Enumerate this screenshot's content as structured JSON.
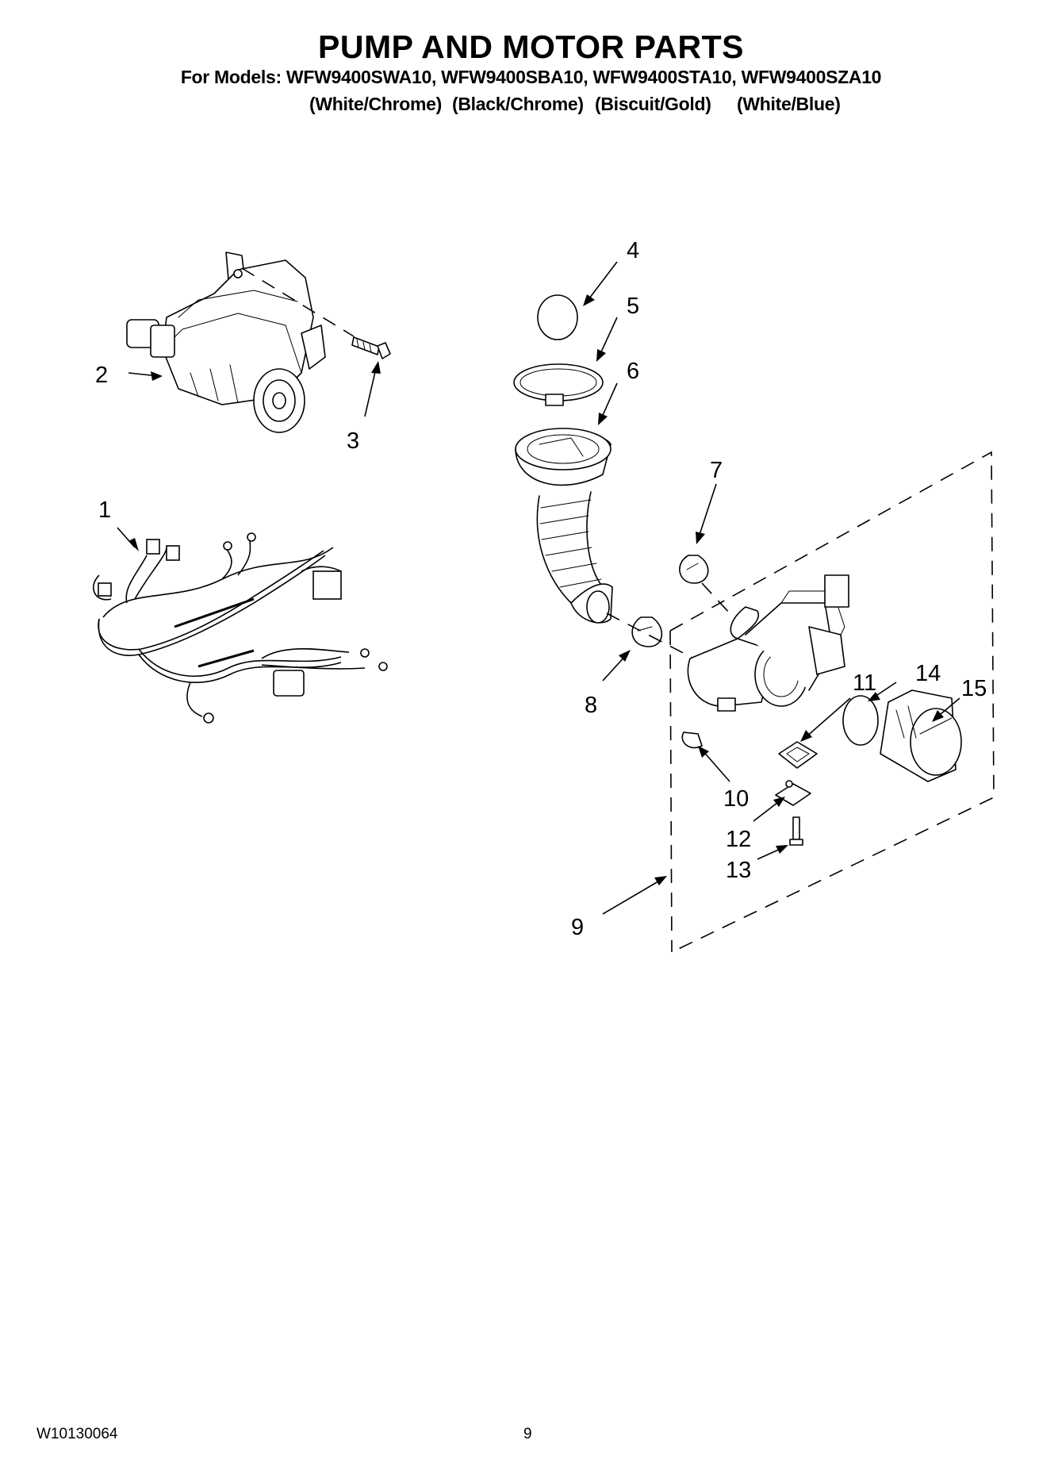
{
  "header": {
    "title": "PUMP AND MOTOR PARTS",
    "models": "For Models: WFW9400SWA10, WFW9400SBA10, WFW9400STA10, WFW9400SZA10",
    "colors": [
      "(White/Chrome)",
      "(Black/Chrome)",
      "(Biscuit/Gold)",
      "(White/Blue)"
    ]
  },
  "callouts": {
    "c1": "1",
    "c2": "2",
    "c3": "3",
    "c4": "4",
    "c5": "5",
    "c6": "6",
    "c7": "7",
    "c8": "8",
    "c9": "9",
    "c10": "10",
    "c11": "11",
    "c12": "12",
    "c13": "13",
    "c14": "14",
    "c15": "15"
  },
  "footer": {
    "doc_number": "W10130064",
    "page_number": "9"
  }
}
